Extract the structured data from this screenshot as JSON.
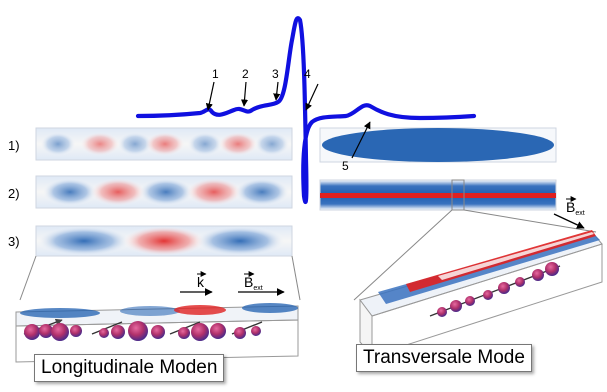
{
  "markers": [
    {
      "id": "1",
      "label": "1"
    },
    {
      "id": "2",
      "label": "2"
    },
    {
      "id": "3",
      "label": "3"
    },
    {
      "id": "4",
      "label": "4"
    },
    {
      "id": "5",
      "label": "5"
    }
  ],
  "rows": [
    {
      "label": "1)"
    },
    {
      "label": "2)"
    },
    {
      "label": "3)"
    }
  ],
  "vectors": {
    "k": "k",
    "b": "B",
    "b_sub_left": "ext",
    "b_sub_right": "ext"
  },
  "captions": {
    "longitudinal": "Longitudinale Moden",
    "transversal": "Transversale Mode"
  },
  "colors": {
    "curve": "#1010e0",
    "mode_red": "#e02020",
    "mode_blue": "#1f5fb0",
    "sphere": "#b0306a"
  }
}
